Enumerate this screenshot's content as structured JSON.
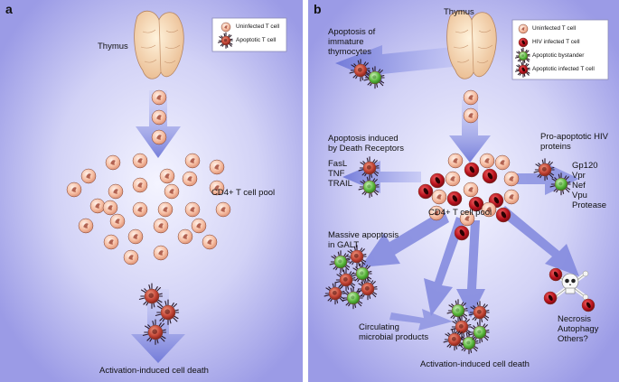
{
  "panel_a": {
    "label": "a",
    "thymus_label": "Thymus",
    "legend": {
      "uninfected": "Uninfected T cell",
      "apoptotic": "Apoptotic T cell"
    },
    "pool_label": "CD4+ T cell pool",
    "bottom_label": "Activation-induced cell death"
  },
  "panel_b": {
    "label": "b",
    "thymus_label": "Thymus",
    "legend": {
      "uninfected": "Uninfected T cell",
      "hiv": "HIV infected T cell",
      "bystander": "Apoptotic bystander",
      "apoptotic_infected": "Apoptotic infected T cell"
    },
    "apoptosis_immature": "Apoptosis of\nimmature\nthymocytes",
    "death_receptors_title": "Apoptosis induced\nby Death Receptors",
    "death_receptors_list": "FasL\nTNF\nTRAIL",
    "pool_label": "CD4+ T cell pool",
    "pro_apoptotic_title": "Pro-apoptotic HIV\nproteins",
    "hiv_proteins": "Gp120\nVpr\nNef\nVpu\nProtease",
    "galt_label": "Massive apoptosis\nin GALT",
    "microbial_label": "Circulating\nmicrobial products",
    "necrosis_label": "Necrosis\nAutophagy\nOthers?",
    "bottom_label": "Activation-induced cell death"
  },
  "colors": {
    "background_edge": "#9a9ae6",
    "background_center": "#f2f2ff",
    "arrow": "#7f86dd",
    "uninfected_cell": "#f7c3a8",
    "hiv_infected_cell": "#b8121d",
    "apoptotic_bystander": "#57b63a",
    "apoptotic_cell": "#c9473b",
    "thymus": "#f5dcb4"
  }
}
